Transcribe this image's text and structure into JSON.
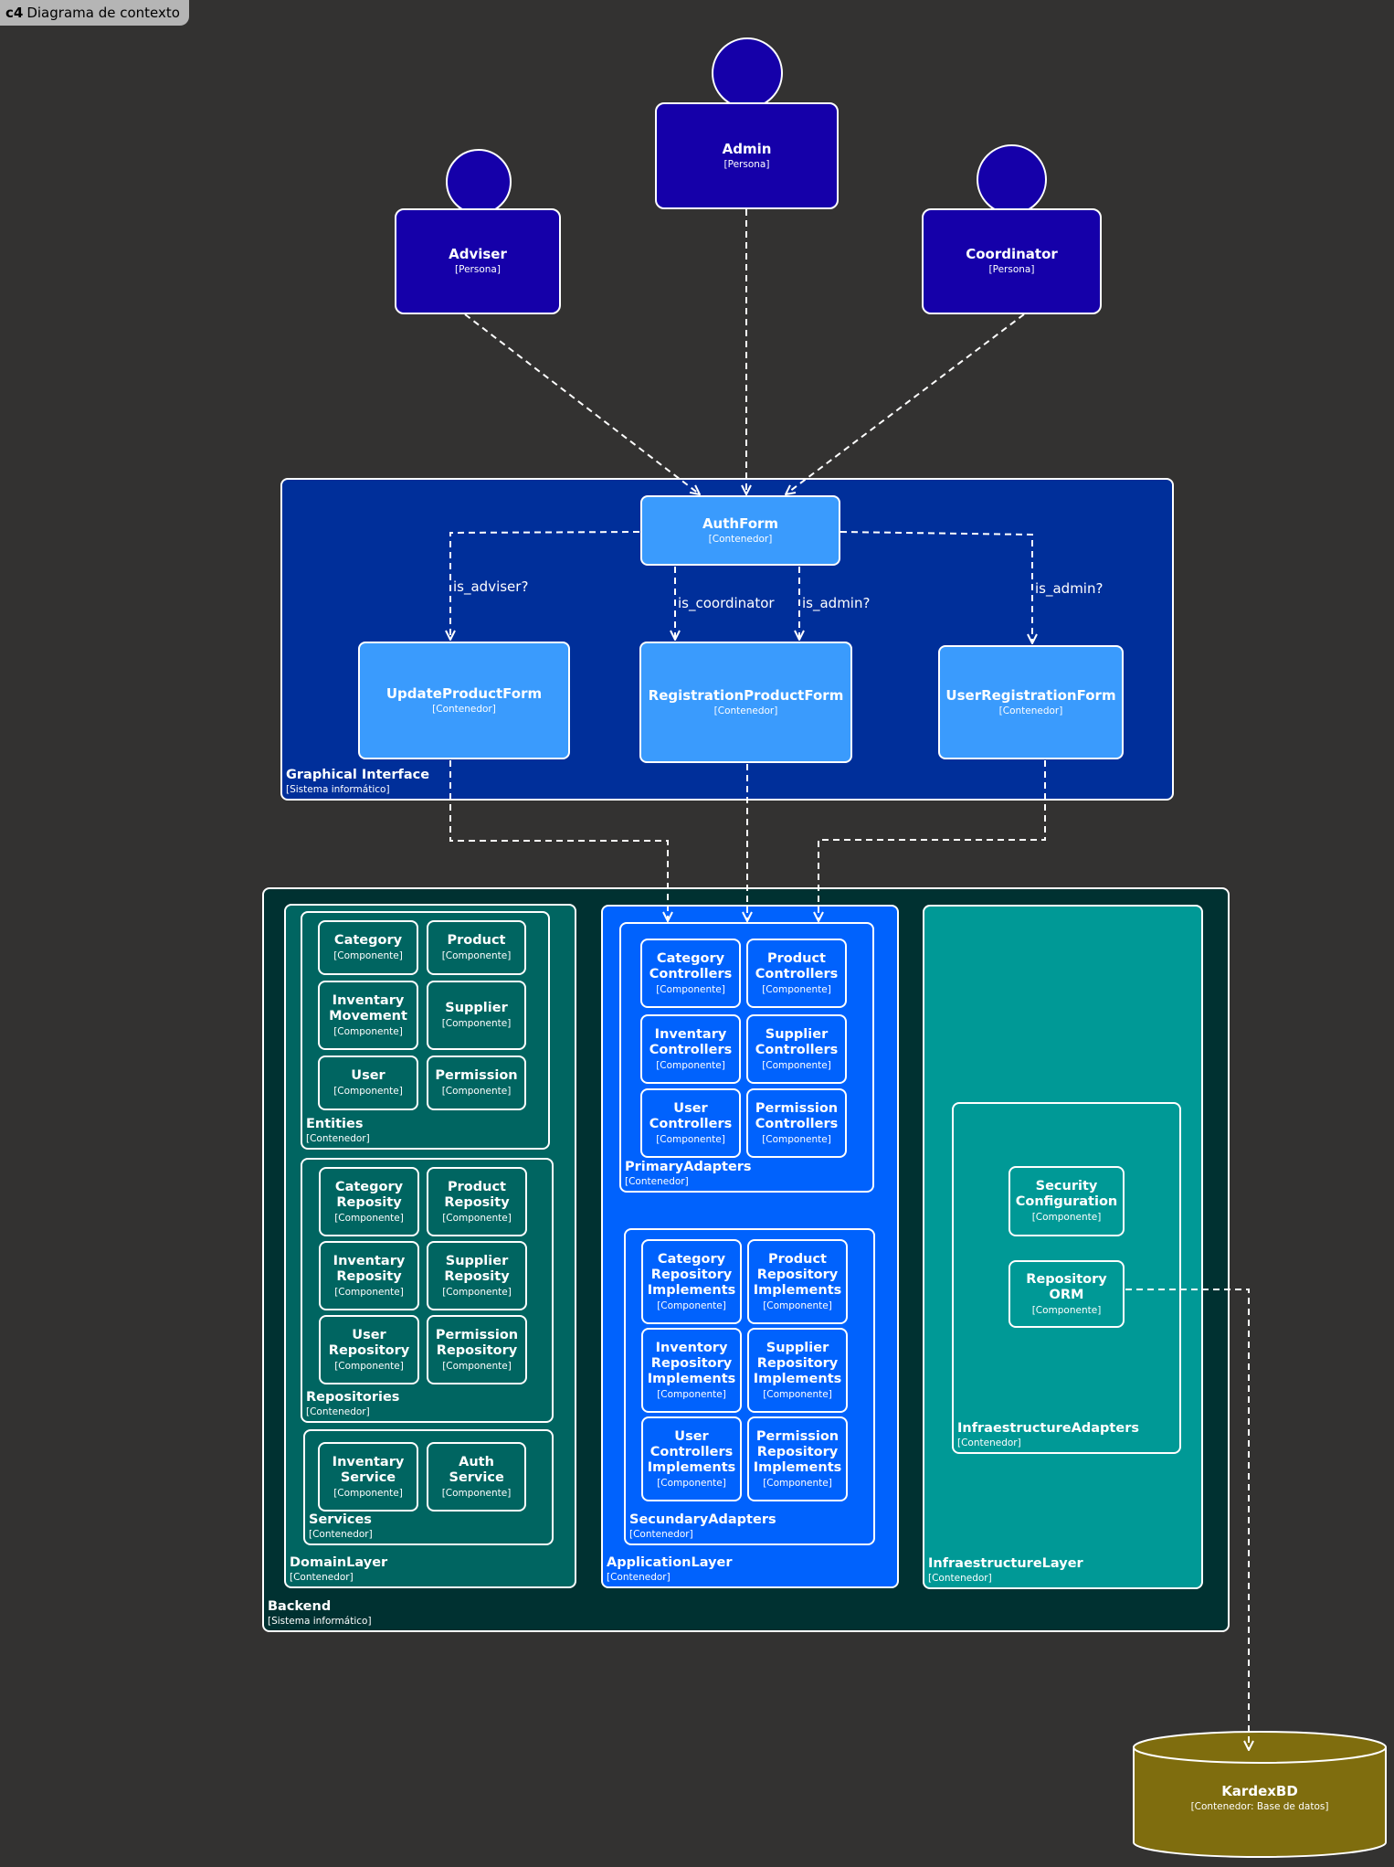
{
  "frame": {
    "keyword": "c4",
    "title": "Diagrama de contexto"
  },
  "persons": {
    "admin": {
      "name": "Admin",
      "type": "[Persona]"
    },
    "adviser": {
      "name": "Adviser",
      "type": "[Persona]"
    },
    "coordinator": {
      "name": "Coordinator",
      "type": "[Persona]"
    }
  },
  "graphical_interface": {
    "name": "Graphical Interface",
    "type": "[Sistema informático]",
    "auth_form": {
      "name": "AuthForm",
      "type": "[Contenedor]"
    },
    "update_product_form": {
      "name": "UpdateProductForm",
      "type": "[Contenedor]"
    },
    "registration_product_form": {
      "name": "RegistrationProductForm",
      "type": "[Contenedor]"
    },
    "user_registration_form": {
      "name": "UserRegistrationForm",
      "type": "[Contenedor]"
    }
  },
  "edges": {
    "is_adviser": "is_adviser?",
    "is_coordinator": "is_coordinator",
    "is_admin_center": "is_admin?",
    "is_admin_right": "is_admin?"
  },
  "backend": {
    "name": "Backend",
    "type": "[Sistema informático]",
    "domain_layer": {
      "name": "DomainLayer",
      "type": "[Contenedor]",
      "entities": {
        "name": "Entities",
        "type": "[Contenedor]",
        "items": [
          {
            "name": "Category",
            "type": "[Componente]"
          },
          {
            "name": "Product",
            "type": "[Componente]"
          },
          {
            "name": "Inventary Movement",
            "type": "[Componente]"
          },
          {
            "name": "Supplier",
            "type": "[Componente]"
          },
          {
            "name": "User",
            "type": "[Componente]"
          },
          {
            "name": "Permission",
            "type": "[Componente]"
          }
        ]
      },
      "repositories": {
        "name": "Repositories",
        "type": "[Contenedor]",
        "items": [
          {
            "name": "Category Reposity",
            "type": "[Componente]"
          },
          {
            "name": "Product Reposity",
            "type": "[Componente]"
          },
          {
            "name": "Inventary Reposity",
            "type": "[Componente]"
          },
          {
            "name": "Supplier Reposity",
            "type": "[Componente]"
          },
          {
            "name": "User Repository",
            "type": "[Componente]"
          },
          {
            "name": "Permission Repository",
            "type": "[Componente]"
          }
        ]
      },
      "services": {
        "name": "Services",
        "type": "[Contenedor]",
        "items": [
          {
            "name": "Inventary Service",
            "type": "[Componente]"
          },
          {
            "name": "Auth Service",
            "type": "[Componente]"
          }
        ]
      }
    },
    "application_layer": {
      "name": "ApplicationLayer",
      "type": "[Contenedor]",
      "primary_adapters": {
        "name": "PrimaryAdapters",
        "type": "[Contenedor]",
        "items": [
          {
            "name": "Category Controllers",
            "type": "[Componente]"
          },
          {
            "name": "Product Controllers",
            "type": "[Componente]"
          },
          {
            "name": "Inventary Controllers",
            "type": "[Componente]"
          },
          {
            "name": "Supplier Controllers",
            "type": "[Componente]"
          },
          {
            "name": "User Controllers",
            "type": "[Componente]"
          },
          {
            "name": "Permission Controllers",
            "type": "[Componente]"
          }
        ]
      },
      "secundary_adapters": {
        "name": "SecundaryAdapters",
        "type": "[Contenedor]",
        "items": [
          {
            "name": "Category Repository Implements",
            "type": "[Componente]"
          },
          {
            "name": "Product Repository Implements",
            "type": "[Componente]"
          },
          {
            "name": "Inventory Repository Implements",
            "type": "[Componente]"
          },
          {
            "name": "Supplier Repository Implements",
            "type": "[Componente]"
          },
          {
            "name": "User Controllers Implements",
            "type": "[Componente]"
          },
          {
            "name": "Permission Repository Implements",
            "type": "[Componente]"
          }
        ]
      }
    },
    "infraestructure_layer": {
      "name": "InfraestructureLayer",
      "type": "[Contenedor]",
      "infraestructure_adapters": {
        "name": "InfraestructureAdapters",
        "type": "[Contenedor]",
        "items": [
          {
            "name": "Security Configuration",
            "type": "[Componente]"
          },
          {
            "name": "Repository ORM",
            "type": "[Componente]"
          }
        ]
      }
    }
  },
  "database": {
    "name": "KardexBD",
    "type": "[Contenedor: Base de datos]"
  },
  "colors": {
    "background": "#333231",
    "person": "#1500a9",
    "graphical_interface": "#002f9a",
    "form": "#3a9bfd",
    "backend": "#003131",
    "domain_layer": "#006561",
    "application_layer": "#0062fd",
    "infraestructure_layer": "#009996",
    "database": "#7f6d0e"
  }
}
